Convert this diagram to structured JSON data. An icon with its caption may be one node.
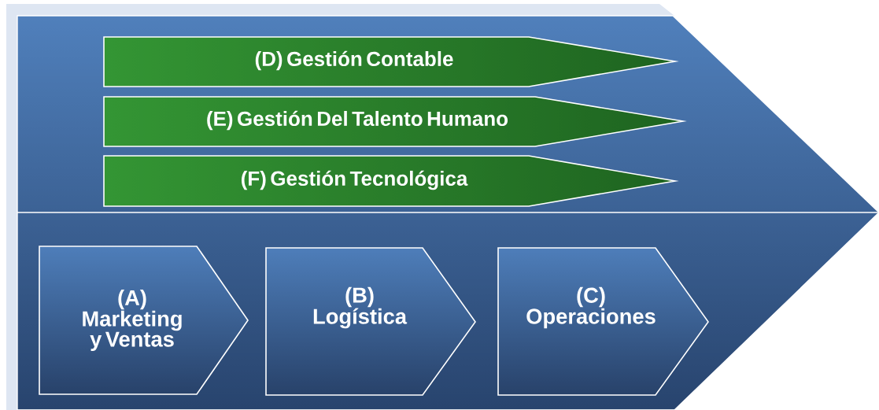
{
  "diagram": {
    "nodes": [
      {
        "text": [],
        "shape": "arrow"
      },
      {
        "text": [
          "(D) Gestión Contable"
        ],
        "in": 0
      },
      {
        "text": [
          "(E) Gestión Del Talento Humano"
        ],
        "in": 0
      },
      {
        "text": [
          "(F) Gestión Tecnológica"
        ],
        "in": 0
      },
      {
        "text": [
          "(A)",
          "Marketing y Ventas"
        ],
        "in": 0
      },
      {
        "text": [
          "(B)",
          "Logística"
        ],
        "in": 0
      },
      {
        "text": [
          "(C)",
          "Operaciones"
        ],
        "in": 0
      }
    ],
    "edges": []
  }
}
